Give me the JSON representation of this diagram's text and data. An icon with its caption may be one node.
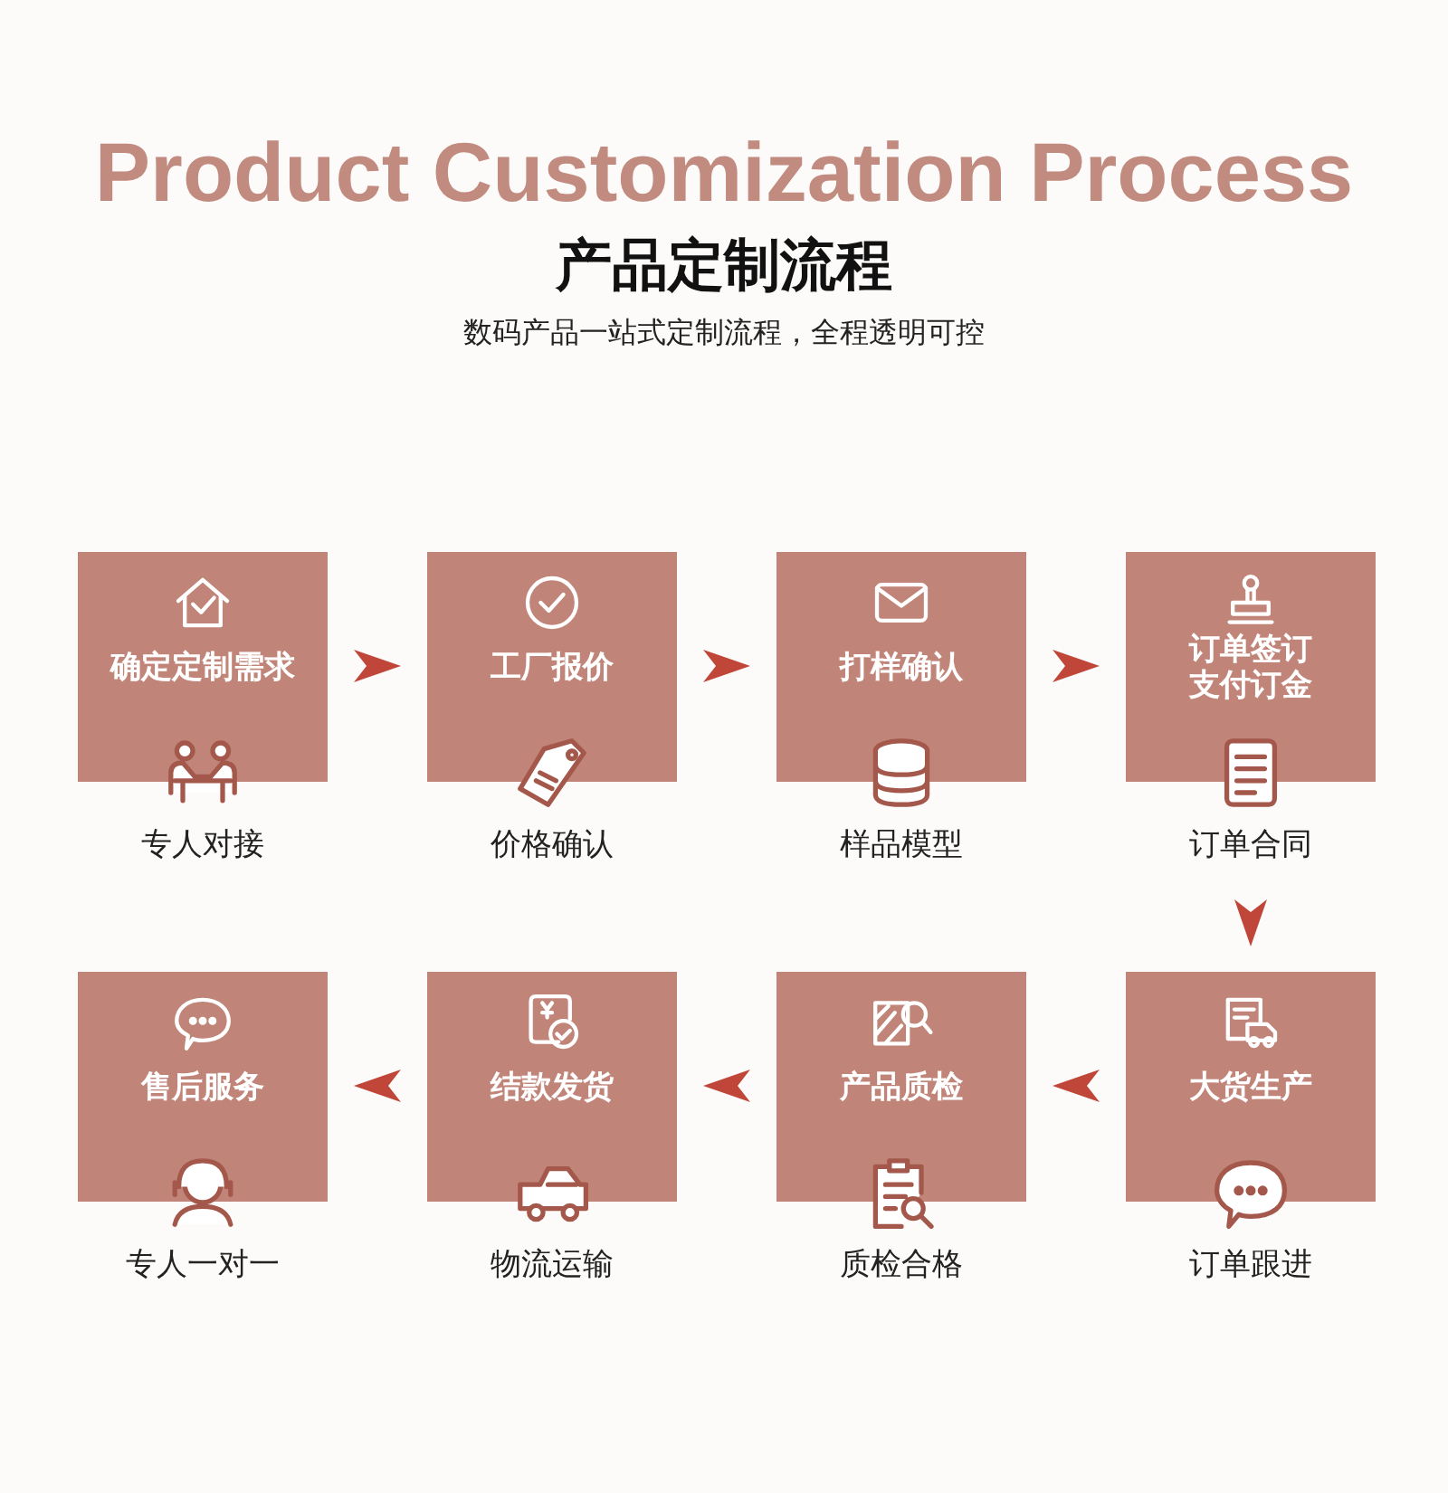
{
  "diagram": {
    "title": "产品定制流程",
    "labels": [
      "Product Customization Process",
      "数码产品一站式定制流程，全程透明可控"
    ],
    "nodes": [
      {
        "text": [
          "确定定制需求"
        ],
        "beside": [
          "专人对接"
        ]
      },
      {
        "text": [
          "工厂报价"
        ],
        "beside": [
          "价格确认"
        ]
      },
      {
        "text": [
          "打样确认"
        ],
        "beside": [
          "样品模型"
        ]
      },
      {
        "text": [
          "订单签订支付订金"
        ],
        "beside": [
          "订单合同"
        ]
      },
      {
        "text": [
          "大货生产"
        ],
        "beside": [
          "订单跟进"
        ]
      },
      {
        "text": [
          "产品质检"
        ],
        "beside": [
          "质检合格"
        ]
      },
      {
        "text": [
          "结款发货"
        ],
        "beside": [
          "物流运输"
        ]
      },
      {
        "text": [
          "售后服务"
        ],
        "beside": [
          "专人一对一"
        ]
      }
    ],
    "edges": [
      {
        "from": 0,
        "to": 1,
        "arrow": "to"
      },
      {
        "from": 1,
        "to": 2,
        "arrow": "to"
      },
      {
        "from": 2,
        "to": 3,
        "arrow": "to"
      },
      {
        "from": 3,
        "to": 4,
        "arrow": "to"
      },
      {
        "from": 4,
        "to": 5,
        "arrow": "to"
      },
      {
        "from": 5,
        "to": 6,
        "arrow": "to"
      },
      {
        "from": 6,
        "to": 7,
        "arrow": "to"
      }
    ]
  }
}
